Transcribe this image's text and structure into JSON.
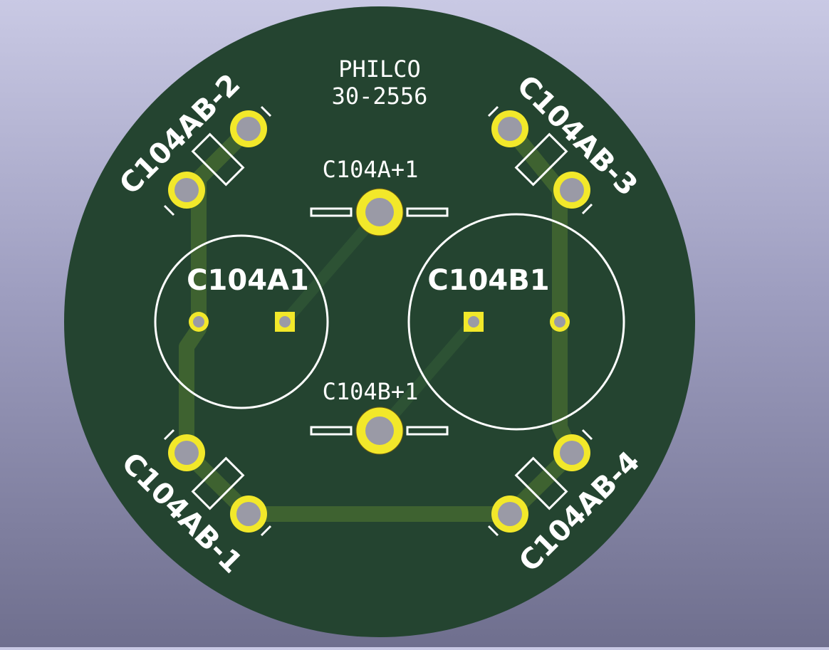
{
  "board": {
    "title_line1": "PHILCO",
    "title_line2": "30-2556"
  },
  "components": {
    "c104a_plus": "C104A+1",
    "c104b_plus": "C104B+1",
    "c104a1": "C104A1",
    "c104b1": "C104B1",
    "c104ab_1": "C104AB-1",
    "c104ab_2": "C104AB-2",
    "c104ab_3": "C104AB-3",
    "c104ab_4": "C104AB-4"
  },
  "colors": {
    "board_fill": "#244430",
    "trace": "#3e6230",
    "pad": "#f2e82a",
    "hole": "#9a9aa6",
    "silkscreen": "#ffffff"
  }
}
